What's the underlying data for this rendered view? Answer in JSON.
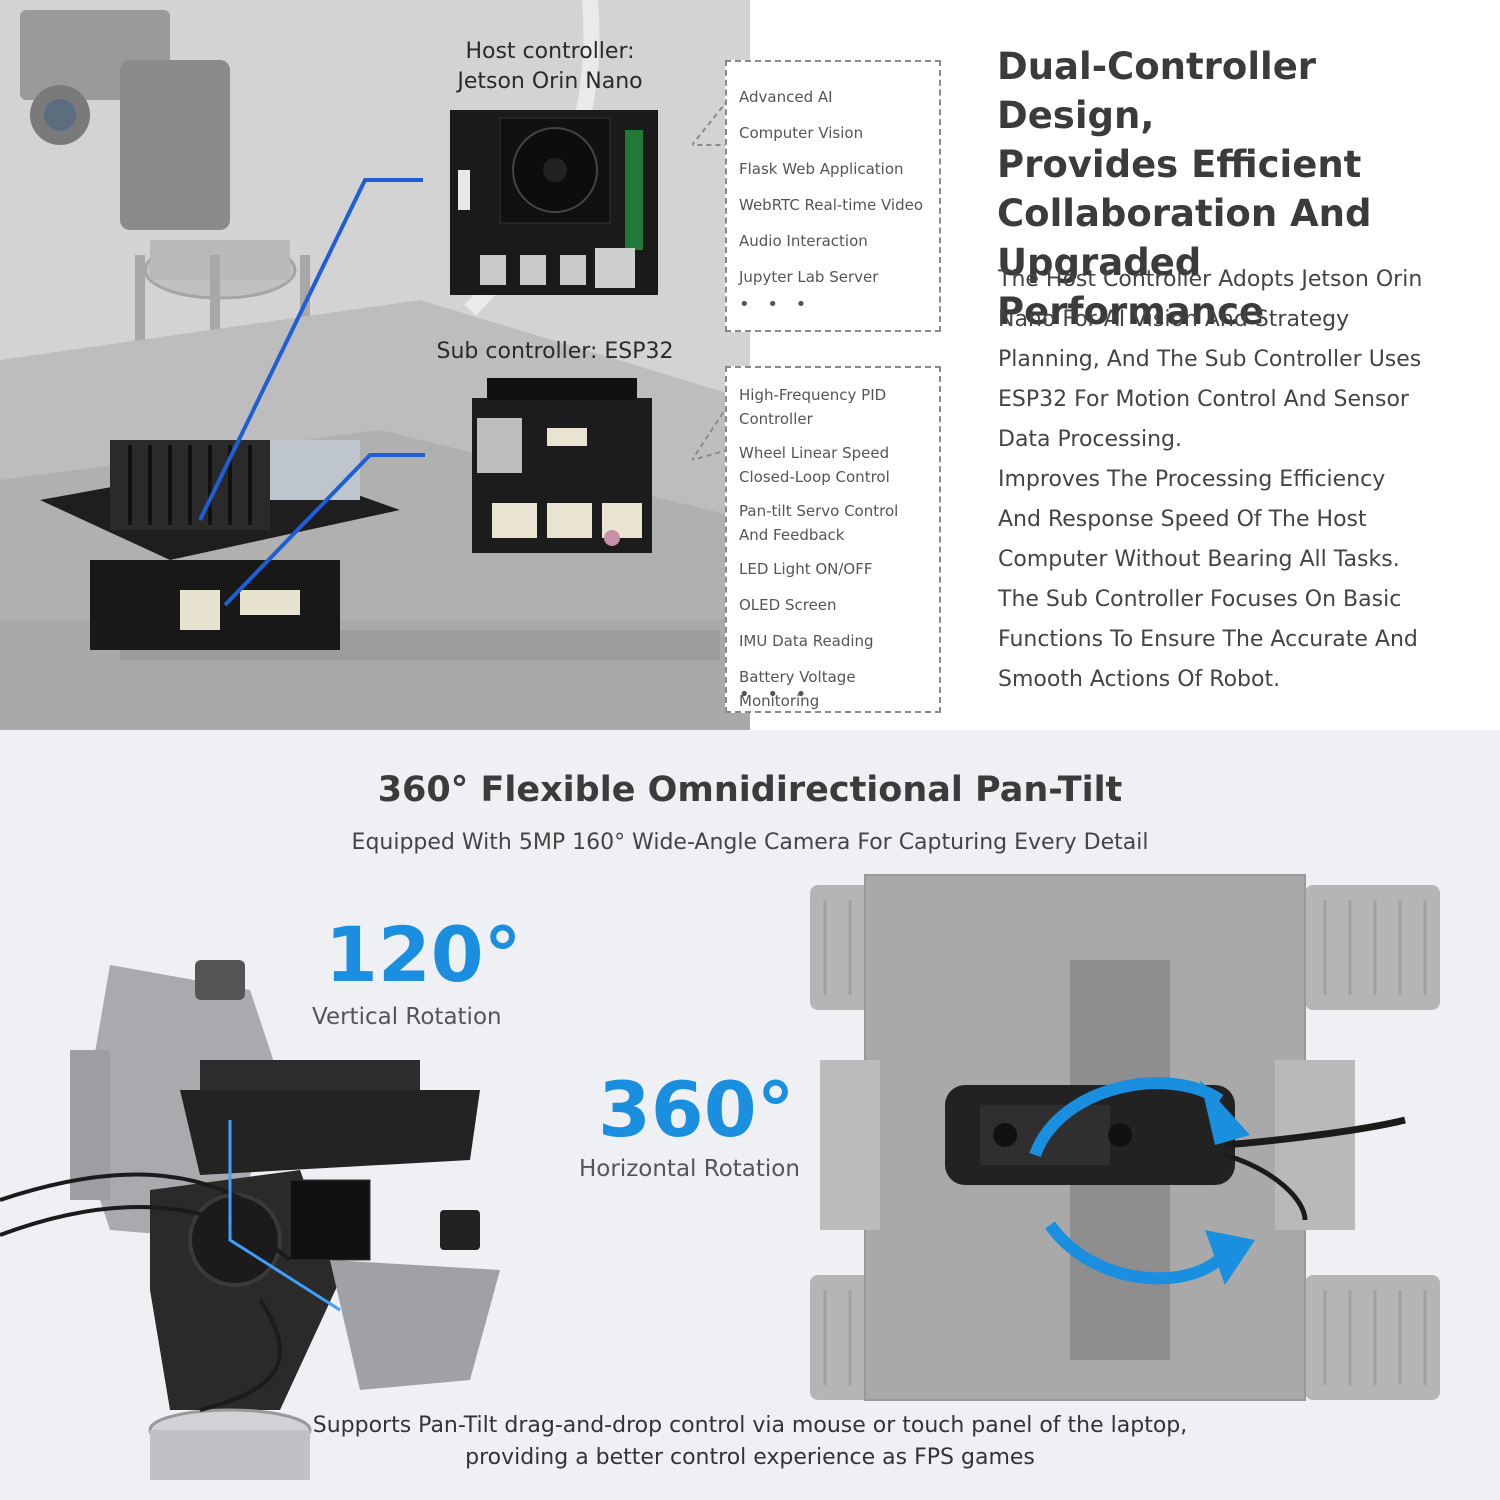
{
  "dual_controller": {
    "host_label_line1": "Host controller:",
    "host_label_line2": "Jetson Orin Nano",
    "sub_label": "Sub controller: ESP32",
    "host_features": [
      "Advanced AI",
      "Computer Vision",
      "Flask Web Application",
      "WebRTC Real-time Video",
      "Audio Interaction",
      "Jupyter Lab Server"
    ],
    "sub_features": [
      [
        "High-Frequency PID",
        "Controller"
      ],
      [
        "Wheel Linear Speed",
        "Closed-Loop Control"
      ],
      [
        "Pan-tilt Servo Control",
        "And Feedback"
      ],
      [
        "LED Light ON/OFF"
      ],
      [
        "OLED Screen"
      ],
      [
        "IMU Data Reading"
      ],
      [
        "Battery Voltage Monitoring"
      ]
    ],
    "ellipsis": "• • •",
    "heading_lines": [
      "Dual-Controller Design,",
      "Provides Efficient",
      "Collaboration And",
      "Upgraded Performance"
    ],
    "description_lines": [
      "The Host Controller Adopts Jetson Orin",
      "Nano For AI Vision And Strategy",
      "Planning, And The Sub Controller Uses",
      "ESP32 For Motion Control And Sensor",
      "Data Processing.",
      "Improves The Processing Efficiency",
      "And Response Speed Of The Host",
      "Computer Without Bearing All Tasks.",
      "The Sub Controller Focuses On Basic",
      "Functions To Ensure The Accurate And",
      "Smooth Actions Of Robot."
    ]
  },
  "pan_tilt": {
    "title": "360° Flexible Omnidirectional Pan-Tilt",
    "subtitle": "Equipped With 5MP 160° Wide-Angle Camera For Capturing Every Detail",
    "vertical_value": "120°",
    "vertical_label": "Vertical Rotation",
    "horizontal_value": "360°",
    "horizontal_label": "Horizontal Rotation",
    "footnote_line1": "Supports Pan-Tilt drag-and-drop control via mouse or touch panel of the laptop,",
    "footnote_line2": "providing a better control experience as FPS games"
  },
  "colors": {
    "accent": "#1a8fe0",
    "pointer_line": "#1f5fd6"
  }
}
